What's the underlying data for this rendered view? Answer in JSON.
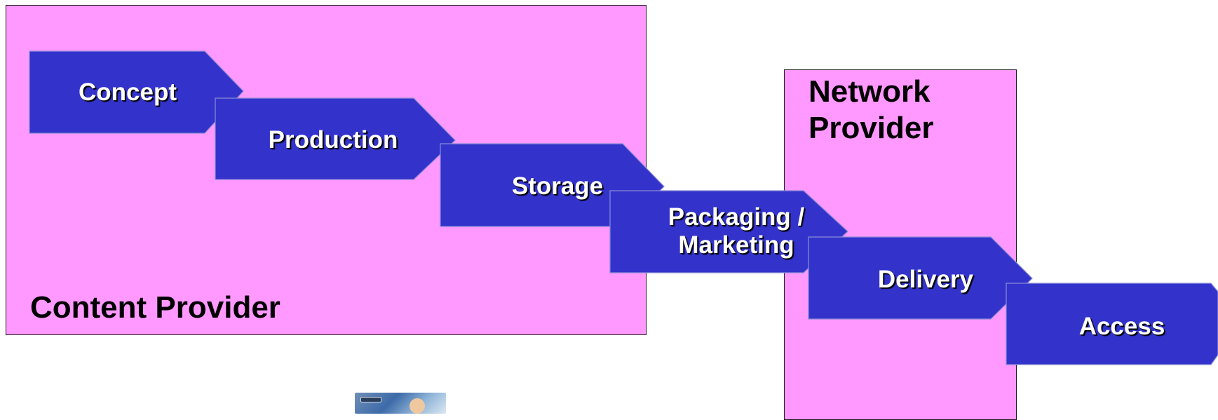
{
  "providers": {
    "content": {
      "label": "Content Provider"
    },
    "network": {
      "label": "Network\nProvider"
    }
  },
  "stages": [
    {
      "label": "Concept"
    },
    {
      "label": "Production"
    },
    {
      "label": "Storage"
    },
    {
      "label": "Packaging /\nMarketing"
    },
    {
      "label": "Delivery"
    },
    {
      "label": "Access"
    }
  ],
  "colors": {
    "provider_fill": "#ff99ff",
    "stage_fill": "#3333cc",
    "stage_text": "#ffffff"
  },
  "icons": {
    "thumbnail": "video-screenshot-thumbnail"
  }
}
